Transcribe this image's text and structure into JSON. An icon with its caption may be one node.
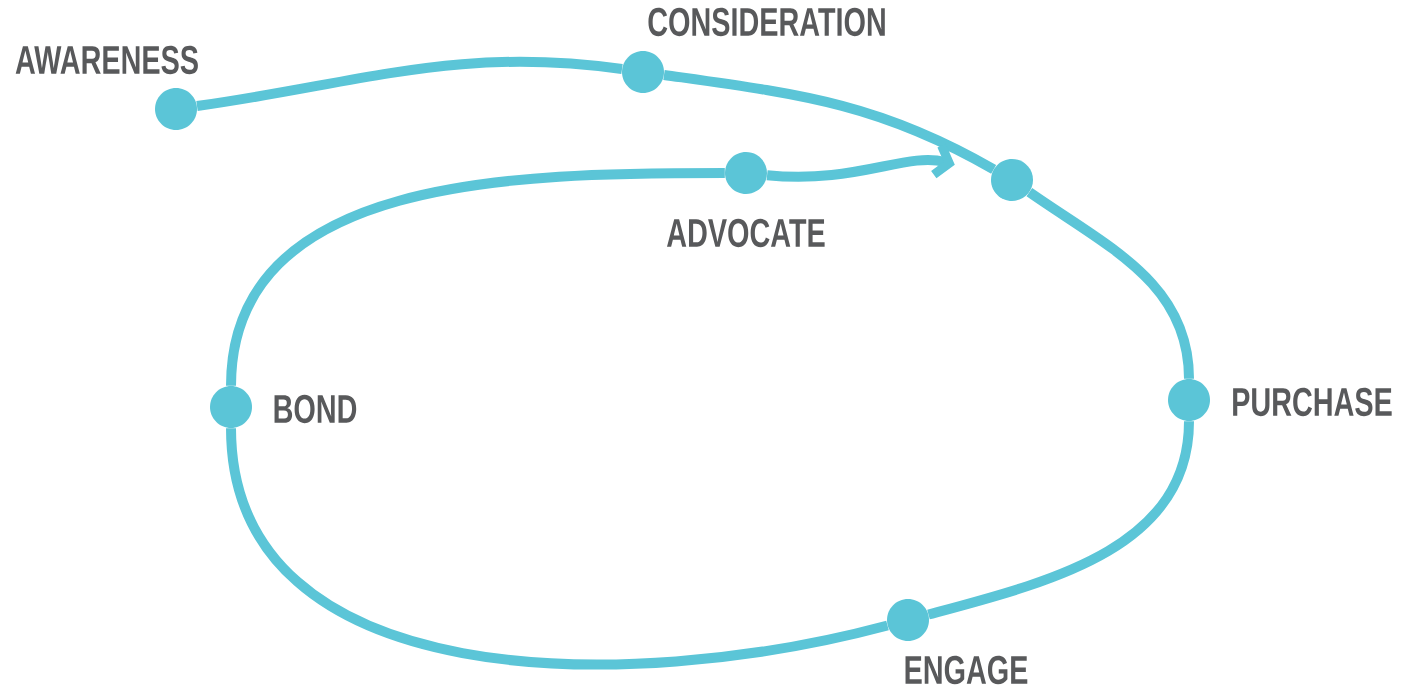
{
  "diagram": {
    "nodes": [
      {
        "text": [],
        "shape": "circle",
        "beside": [
          "AWARENESS"
        ]
      },
      {
        "text": [],
        "shape": "circle",
        "beside": [
          "CONSIDERATION"
        ]
      },
      {
        "text": [],
        "shape": "circle"
      },
      {
        "text": [],
        "shape": "circle",
        "beside": [
          "PURCHASE"
        ]
      },
      {
        "text": [],
        "shape": "circle",
        "beside": [
          "ENGAGE"
        ]
      },
      {
        "text": [],
        "shape": "circle",
        "beside": [
          "BOND"
        ]
      },
      {
        "text": [],
        "shape": "circle",
        "beside": [
          "ADVOCATE"
        ]
      }
    ],
    "edges": [
      {
        "from": 0,
        "to": 1,
        "arrow": "none"
      },
      {
        "from": 1,
        "to": 2,
        "arrow": "none"
      },
      {
        "from": 2,
        "to": 3,
        "arrow": "none"
      },
      {
        "from": 3,
        "to": 4,
        "arrow": "none"
      },
      {
        "from": 4,
        "to": 5,
        "arrow": "none"
      },
      {
        "from": 5,
        "to": 6,
        "arrow": "none"
      },
      {
        "from": 6,
        "to": 2,
        "arrow": "to"
      }
    ]
  }
}
